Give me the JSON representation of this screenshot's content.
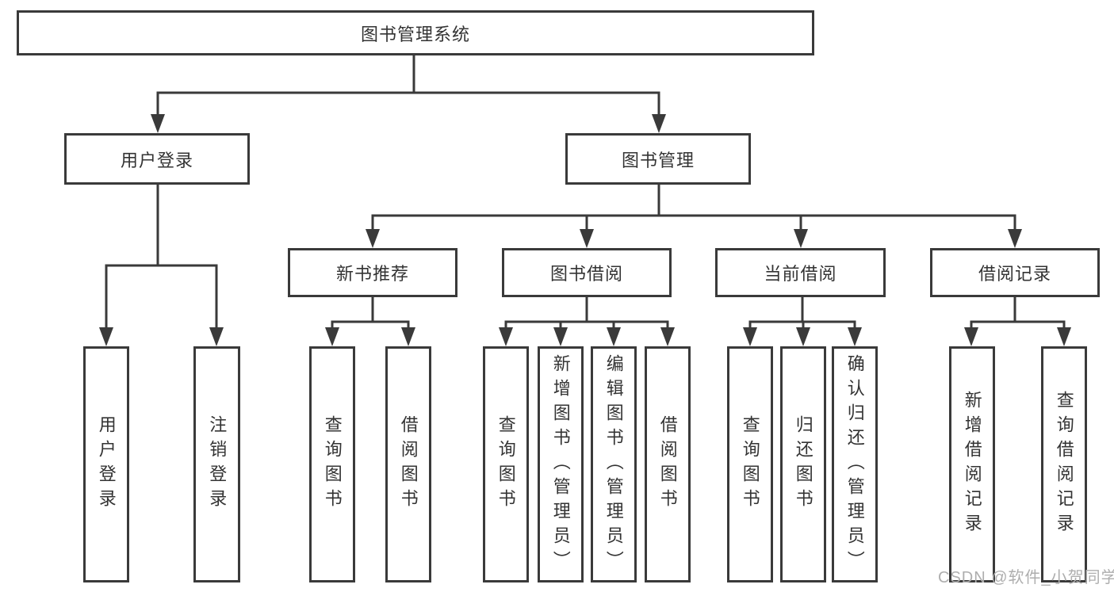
{
  "tree": {
    "label": "图书管理系统",
    "children": [
      {
        "label": "用户登录",
        "children": [
          {
            "label": "用户登录"
          },
          {
            "label": "注销登录"
          }
        ]
      },
      {
        "label": "图书管理",
        "children": [
          {
            "label": "新书推荐",
            "children": [
              {
                "label": "查询图书"
              },
              {
                "label": "借阅图书"
              }
            ]
          },
          {
            "label": "图书借阅",
            "children": [
              {
                "label": "查询图书"
              },
              {
                "label": "新增图书（管理员）"
              },
              {
                "label": "编辑图书（管理员）"
              },
              {
                "label": "借阅图书"
              }
            ]
          },
          {
            "label": "当前借阅",
            "children": [
              {
                "label": "查询图书"
              },
              {
                "label": "归还图书"
              },
              {
                "label": "确认归还（管理员）"
              }
            ]
          },
          {
            "label": "借阅记录",
            "children": [
              {
                "label": "新增借阅记录"
              },
              {
                "label": "查询借阅记录"
              }
            ]
          }
        ]
      }
    ]
  },
  "watermark": "CSDN @软件_小贺同学",
  "colors": {
    "line": "#3a3a3a",
    "box_border": "#3a3a3a",
    "text": "#333333",
    "watermark": "#aeaeae",
    "background": "#ffffff"
  }
}
